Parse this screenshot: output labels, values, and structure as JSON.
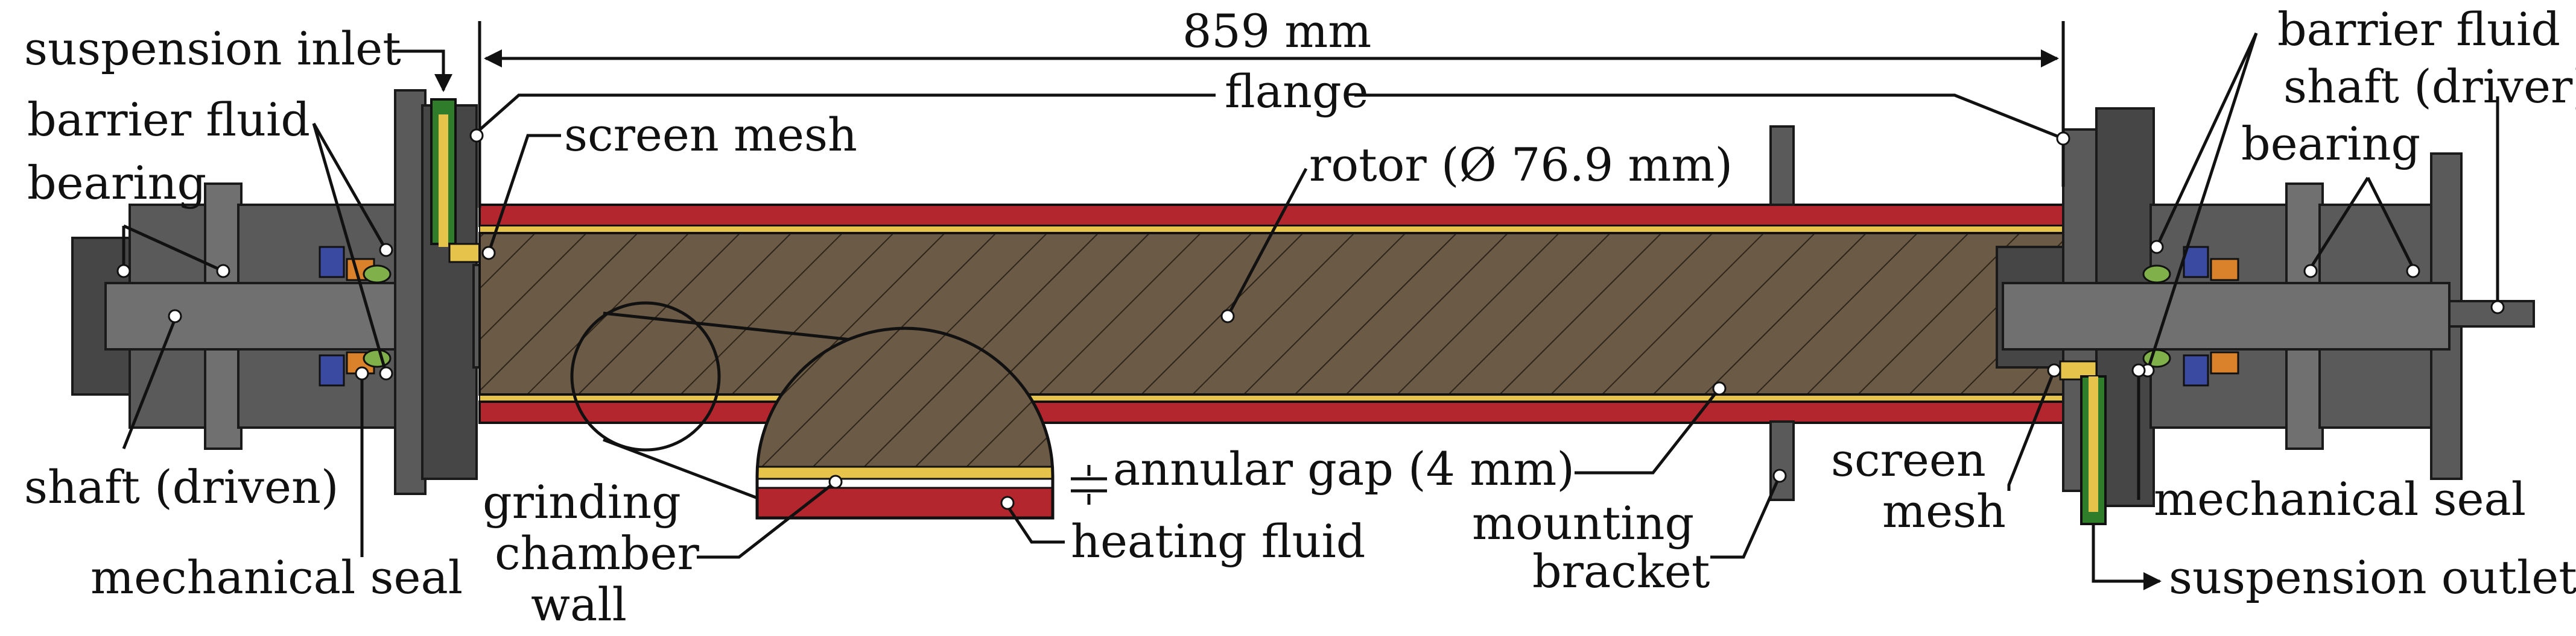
{
  "labels": {
    "suspension_inlet": "suspension inlet",
    "barrier_fluid_left": "barrier fluid",
    "bearing_left": "bearing",
    "shaft_driven": "shaft (driven)",
    "mechanical_seal_left": "mechanical seal",
    "screen_mesh_top": "screen mesh",
    "length": "859 mm",
    "flange": "flange",
    "rotor": "rotor (Ø 76.9 mm)",
    "grinding_line1": "grinding",
    "grinding_line2": "chamber",
    "grinding_line3": "wall",
    "annular_gap": "annular gap (4 mm)",
    "heating_fluid": "heating fluid",
    "mounting_line1": "mounting",
    "mounting_line2": "bracket",
    "screen_mesh_bottom_line1": "screen",
    "screen_mesh_bottom_line2": "mesh",
    "barrier_fluid_right": "barrier fluid",
    "shaft_driver": "shaft (driver)",
    "bearing_right": "bearing",
    "mechanical_seal_right": "mechanical seal",
    "suspension_outlet": "suspension outlet"
  },
  "colors": {
    "heating_fluid": "#b3262e",
    "wall_gold": "#e6c34a",
    "rotor_fill": "#6b5a45",
    "metal": "#5a5a5a",
    "port_green": "#2f7d2b"
  }
}
